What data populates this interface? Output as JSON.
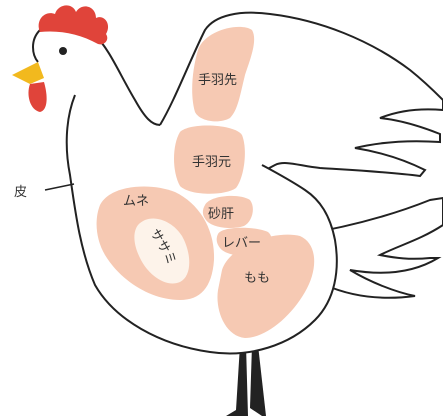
{
  "diagram": {
    "labels": {
      "skin": "皮",
      "wing_tip": "手羽先",
      "wing_base": "手羽元",
      "breast": "ムネ",
      "tenderloin": "ササミ",
      "gizzard": "砂肝",
      "liver": "レバー",
      "thigh": "もも"
    },
    "colors": {
      "cut_fill": "#f6c9b3",
      "outline": "#222222",
      "comb": "#e0443a",
      "wattle": "#e0443a",
      "beak": "#f2b91e",
      "legs": "#222222",
      "tenderloin_fill": "#fdf3ea"
    }
  }
}
